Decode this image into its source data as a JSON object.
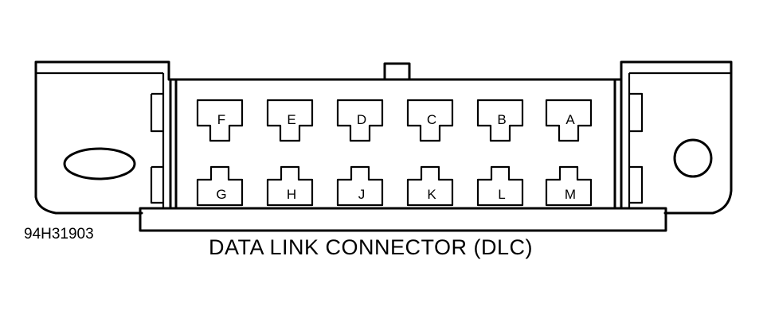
{
  "figure_id": "94H31903",
  "caption": "DATA LINK CONNECTOR (DLC)",
  "pins": {
    "top_row": [
      "F",
      "E",
      "D",
      "C",
      "B",
      "A"
    ],
    "bottom_row": [
      "G",
      "H",
      "J",
      "K",
      "L",
      "M"
    ]
  }
}
